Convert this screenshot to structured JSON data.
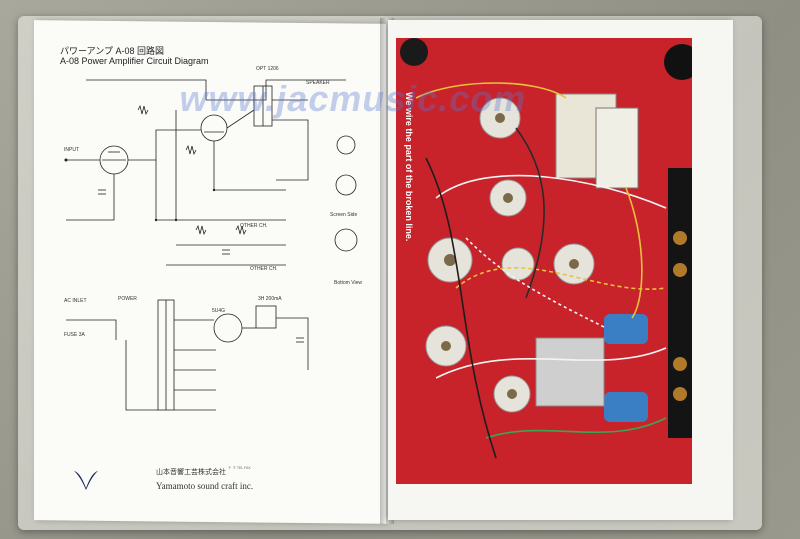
{
  "left_page": {
    "title_jp": "パワーアンプ A-08 回路図",
    "title_en": "A-08 Power Amplifier Circuit Diagram",
    "labels": {
      "input": "INPUT",
      "speaker": "SPEAKER",
      "other_ch": "OTHER CH.",
      "ac_inlet": "AC INLET",
      "power": "POWER",
      "tube_5u4g": "5U4G",
      "output_trans": "OPT 1206",
      "fuse": "FUSE 3A",
      "current": "3H 200mA"
    },
    "legend_labels": [
      "Screen Side",
      "Bottom View"
    ],
    "company_jp": "山本音響工芸株式会社",
    "company_en": "Yamamoto sound craft inc.",
    "address": "〒 〒 TEL FAX"
  },
  "right_page": {
    "side_caption": "We wire the part of the broken line."
  },
  "watermark": "www.jacmusic.com",
  "colors": {
    "chassis_red": "#c8232a",
    "page_white": "#fbfbf8",
    "capacitor_blue": "#3a7fc4",
    "wire_yellow": "#e8c23a"
  }
}
